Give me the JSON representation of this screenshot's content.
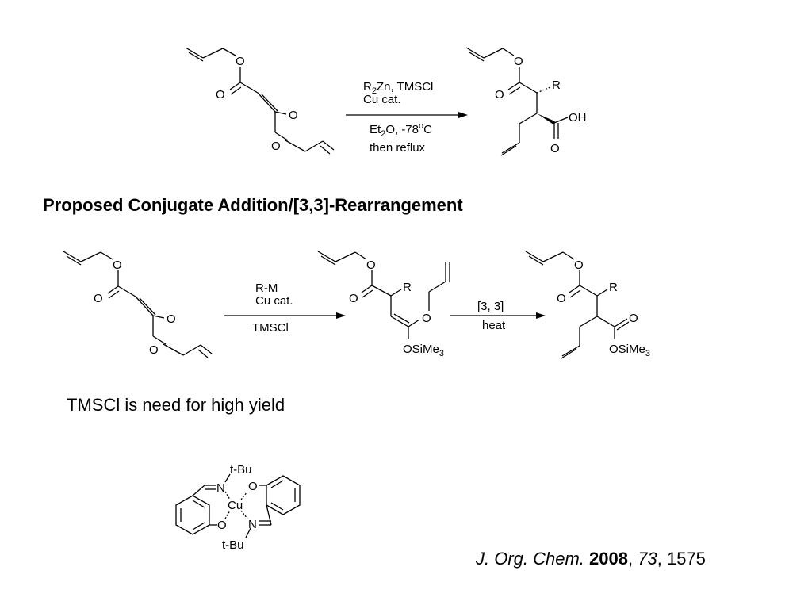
{
  "scheme1": {
    "reagent_line1": "R",
    "reagent_line1_sub": "2",
    "reagent_line1_rest": "Zn, TMSCl",
    "reagent_line2": "Cu cat.",
    "condition_line1_a": "Et",
    "condition_line1_sub": "2",
    "condition_line1_b": "O, -78",
    "condition_line1_sup": "o",
    "condition_line1_c": "C",
    "condition_line2": "then reflux",
    "product_r": "R",
    "product_oh": "OH"
  },
  "heading": "Proposed Conjugate Addition/[3,3]-Rearrangement",
  "scheme2": {
    "step1_line1": "R-M",
    "step1_line2": "Cu cat.",
    "step1_below": "TMSCl",
    "intermediate_r": "R",
    "intermediate_osime3": "OSiMe",
    "intermediate_osime3_sub": "3",
    "step2_above": "[3, 3]",
    "step2_below": "heat",
    "product_r": "R",
    "product_osime3": "OSiMe",
    "product_osime3_sub": "3"
  },
  "note": "TMSCl is need for high yield",
  "catalyst": {
    "tbu_top": "t-Bu",
    "tbu_bottom": "t-Bu",
    "cu": "Cu",
    "n": "N",
    "o": "O"
  },
  "citation": {
    "journal": "J. Org. Chem.",
    "year": "2008",
    "sep1": ", ",
    "volume": "73",
    "sep2": ", ",
    "page": "1575"
  },
  "atom_o": "O"
}
